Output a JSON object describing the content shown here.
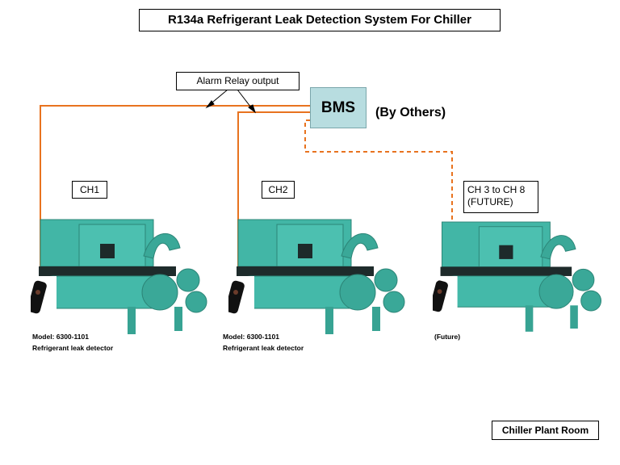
{
  "title": "R134a Refrigerant Leak Detection System For Chiller",
  "relay_label": "Alarm Relay output",
  "bms": {
    "label": "BMS",
    "note": "(By Others)"
  },
  "chillers": [
    {
      "label": "CH1",
      "caption_line1": "Model: 6300-1101",
      "caption_line2": "Refrigerant leak detector"
    },
    {
      "label": "CH2",
      "caption_line1": "Model: 6300-1101",
      "caption_line2": "Refrigerant leak detector"
    },
    {
      "label_line1": "CH 3 to CH 8",
      "label_line2": "(FUTURE)",
      "caption_line1": "(Future)"
    }
  ],
  "room_label": "Chiller Plant Room",
  "colors": {
    "wire": "#e8731f",
    "bms_fill": "#b8dde0",
    "chiller": "#3fb3a3",
    "detector": "#111111"
  },
  "line_styles": {
    "existing": "solid",
    "future": "dashed"
  }
}
